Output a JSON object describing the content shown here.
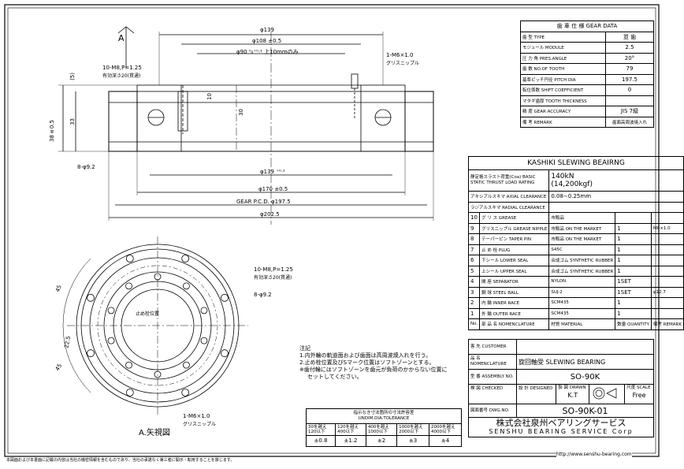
{
  "gear_data": {
    "title": "歯 車 仕 様 GEAR DATA",
    "rows": [
      {
        "label": "歯 型 TYPE",
        "value": "並 歯"
      },
      {
        "label": "モジュール MODULE",
        "value": "2.5"
      },
      {
        "label": "圧 力 角 PRES.ANGLE",
        "value": "20°"
      },
      {
        "label": "歯 数 NO.OF TOOTH",
        "value": "79"
      },
      {
        "label": "基準ピッチ円径 PITCH DIA",
        "value": "197.5"
      },
      {
        "label": "転位係数 SHIFT COEFFICIENT",
        "value": "0"
      },
      {
        "label": "マタギ歯厚 TOOTH THICKNESS",
        "value": ""
      },
      {
        "label": "精 度 GEAR ACCURACY",
        "value": "JIS 7級"
      },
      {
        "label": "備 考 REMARK",
        "value": "歯面高周波焼入れ"
      }
    ]
  },
  "bearing": {
    "title": "KASHIKI SLEWING BEAIRNG",
    "load_label": "静定格スラスト荷重(Coa) BASIC STATIC THRUST LOAD RATING",
    "load_value_1": "140kN",
    "load_value_2": "(14,200kgf)",
    "axial_label": "アキシアルスキマ AXIAL CLEARANCE",
    "axial_value": "0.08∼0.25mm",
    "radial_label": "ラジアルスキマ RADIAL CLEARANCE",
    "radial_value": ""
  },
  "parts": [
    {
      "no": "10",
      "name": "グ リ ス GREASE",
      "material": "市販品",
      "qty": "",
      "remark": ""
    },
    {
      "no": "9",
      "name": "グリスニップル GREASE NIPPLE",
      "material": "市販品 ON THE MARKET",
      "qty": "1",
      "remark": "M6×1.0"
    },
    {
      "no": "8",
      "name": "テーパーピン TAPER PIN",
      "material": "市販品 ON THE MARKET",
      "qty": "1",
      "remark": ""
    },
    {
      "no": "7",
      "name": "止 め 栓 PLUG",
      "material": "S45C",
      "qty": "1",
      "remark": ""
    },
    {
      "no": "6",
      "name": "下シール LOWER SEAL",
      "material": "合成ゴム SYNTHETIC RUBBER",
      "qty": "1",
      "remark": ""
    },
    {
      "no": "5",
      "name": "上シール UPPER SEAL",
      "material": "合成ゴム SYNTHETIC RUBBER",
      "qty": "1",
      "remark": ""
    },
    {
      "no": "4",
      "name": "間 座 SEPARATOR",
      "material": "NYLON",
      "qty": "1SET",
      "remark": ""
    },
    {
      "no": "3",
      "name": "鋼 球 STEEL BALL",
      "material": "SUJ-2",
      "qty": "1SET",
      "remark": "φ12.7"
    },
    {
      "no": "2",
      "name": "内 輪 INNER RACE",
      "material": "SCM435",
      "qty": "1",
      "remark": ""
    },
    {
      "no": "1",
      "name": "外 輪 OUTER RACE",
      "material": "SCM435",
      "qty": "1",
      "remark": ""
    }
  ],
  "parts_header": {
    "no": "No.",
    "name": "部 品 名 NOMENCLATURE",
    "material": "材質 MATERIAL",
    "qty": "数量 QUANTITY",
    "remark": "備考 REMARK"
  },
  "title_block": {
    "customer_label": "客 先 CUSTOMER",
    "customer_value": "",
    "name_label": "品 名 NOMENCLATURE",
    "name_value": "旋回軸受 SLEWING BEARING",
    "assembly_label": "型 番 ASSEMBLY NO.",
    "assembly_value": "SO-90K",
    "checked_label": "検 図 CHECKED",
    "designed_label": "設 計 DESIGNED",
    "drawn_label": "製 図 DRAWN",
    "drawn_value": "K.T",
    "scale_label": "尺度 SCALE",
    "scale_value": "Free",
    "dwg_label": "図面番号 DWG.NO.",
    "dwg_value": "SO-90K-01",
    "company_jp": "株式会社泉州ベアリングサービス",
    "company_en": "SENSHU BEARING SERVICE Corp",
    "url": "http://www.senshu-bearing.com"
  },
  "tolerance": {
    "title_1": "指示なき寸法箇所の寸法許容差",
    "title_2": "UNDIM.DIA.TOLERANCE",
    "ranges": [
      "30を越え 120以下",
      "120を越え 400以下",
      "400を越え 1000以下",
      "1000を越え 2000以下",
      "2000を越え 4000以下"
    ],
    "values": [
      "±0.8",
      "±1.2",
      "±2",
      "±3",
      "±4"
    ]
  },
  "notes": {
    "title": "注記",
    "lines": [
      "1.内外輪の軌道面および歯面は高周波焼入れを行う。",
      "2.止め栓位置及びSマーク位置はソフトゾーンとする。",
      "※歯付輪にはソフトゾーンを歯元が負荷のかからない位置に",
      "セットしてください。"
    ]
  },
  "footer_note": "本図面および本書面に記載の内容は当社の機密情報を含むものであり、当社の承諾なく第三者に開示・転用することを禁じます。",
  "section_view": {
    "arrow_label": "A",
    "dims": {
      "d139": "φ139",
      "d108": "φ108 ±0.5",
      "d90": "φ90 ⁰₀⁺⁰·¹ 上10mmのみ",
      "d139b": "φ139 ⁺⁰·¹",
      "d170": "φ170 ±0.5",
      "pcd": "GEAR P.C.D. φ197.5",
      "d202": "φ202.5",
      "h38": "38±0.5",
      "h33": "33",
      "h5": "(5)",
      "h30": "30",
      "h10": "10",
      "hole_tap": "10-M8,P=1.25",
      "hole_tap_depth": "有効深さ20(貫通)",
      "hole_drill": "8-φ9.2",
      "nipple": "1-M6×1.0",
      "nipple_jp": "グリスニップル"
    }
  },
  "plan_view": {
    "label": "A.矢視図",
    "hole_tap": "10-M8,P=1.25",
    "hole_tap_depth": "有効深さ20(貫通)",
    "hole_drill": "8-φ9.2",
    "nipple": "1-M6×1.0",
    "nipple_jp": "グリスニップル",
    "plug": "止め栓位置",
    "angle_1": "45",
    "angle_2": "22.5",
    "angle_3": "45"
  }
}
